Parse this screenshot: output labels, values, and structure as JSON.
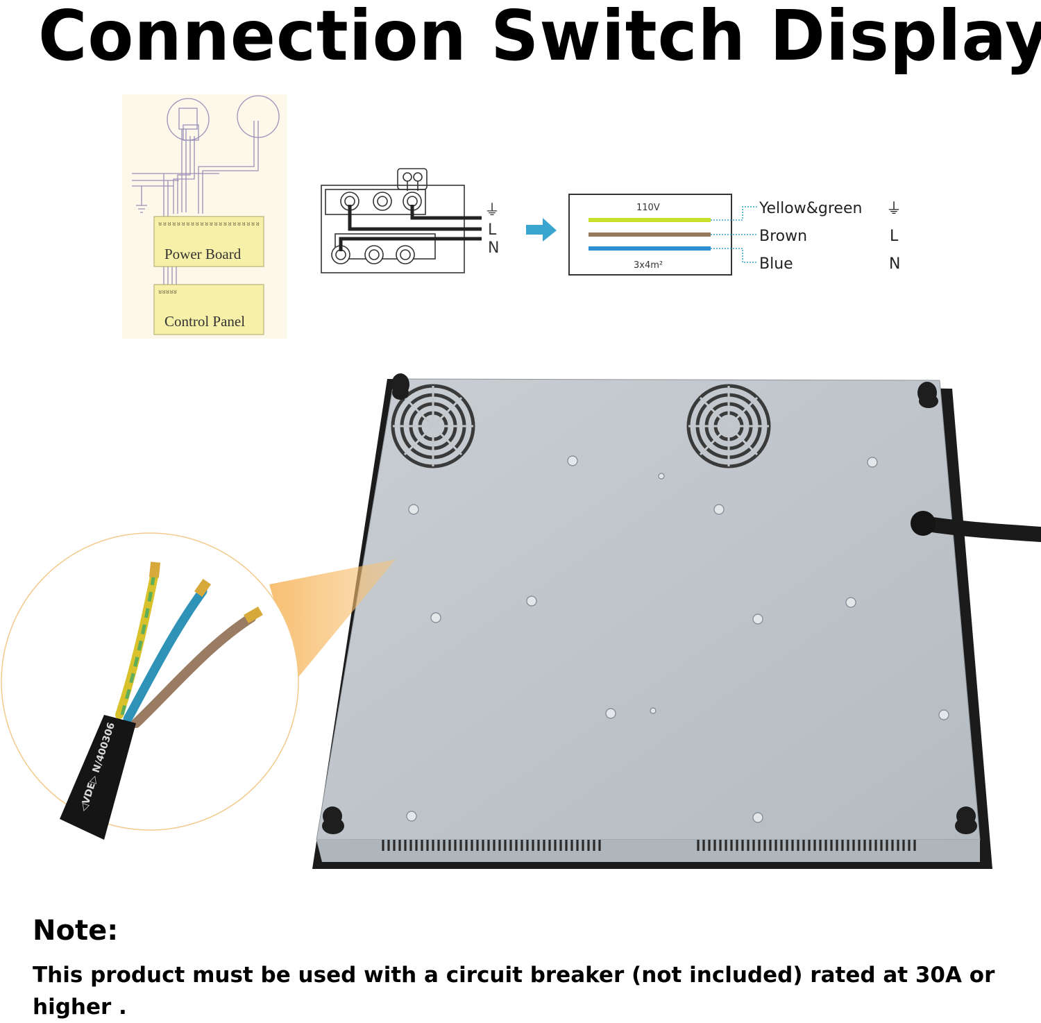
{
  "title": "Connection Switch Display",
  "schematic": {
    "power_board_label": "Power Board",
    "control_panel_label": "Control Panel"
  },
  "terminal": {
    "ground_symbol": "⏚",
    "l_label": "L",
    "n_label": "N"
  },
  "cable_box": {
    "voltage": "110V",
    "cable_spec": "3x4m²",
    "colors": {
      "yellow_green": "#c8e02a",
      "brown": "#9a7a5c",
      "blue": "#2f8fd3",
      "arrow": "#3aa6cf"
    }
  },
  "wire_legend": [
    {
      "name": "Yellow&green",
      "code": "⏚"
    },
    {
      "name": "Brown",
      "code": "L"
    },
    {
      "name": "Blue",
      "code": "N"
    }
  ],
  "cable_marking": "◁VDE▷ N/400306",
  "note": {
    "heading": "Note:",
    "body": "This product must be used with a circuit breaker (not included) rated at 30A or higher ."
  }
}
